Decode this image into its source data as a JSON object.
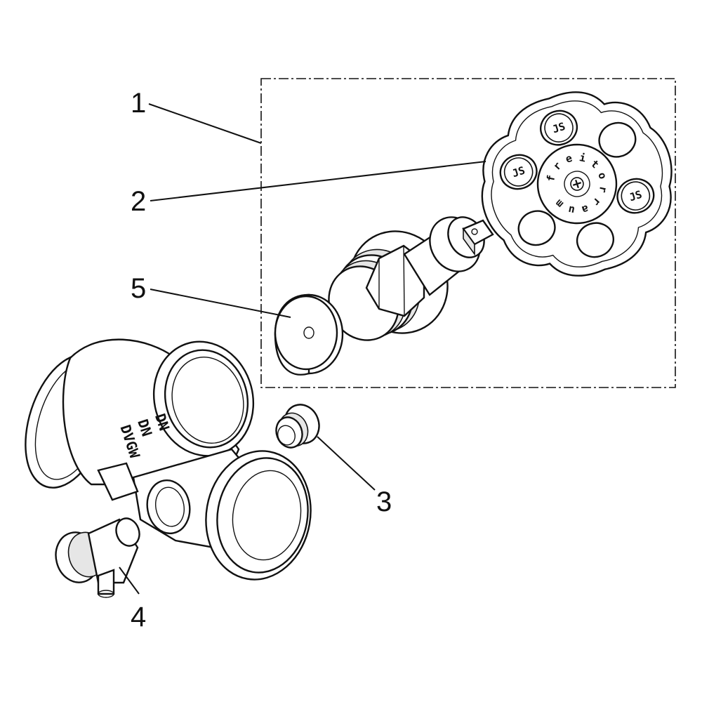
{
  "callouts": [
    {
      "id": "1",
      "label": "1"
    },
    {
      "id": "2",
      "label": "2"
    },
    {
      "id": "3",
      "label": "3"
    },
    {
      "id": "4",
      "label": "4"
    },
    {
      "id": "5",
      "label": "5"
    }
  ],
  "handwheel": {
    "ring_letters": [
      "f",
      "r",
      "e",
      "i",
      "t",
      "o",
      "r",
      "r",
      "a",
      "u",
      "m"
    ],
    "logo": "JS"
  },
  "valve_body": {
    "casting_lines": [
      "DN",
      "DN",
      "DVGW"
    ]
  },
  "colors": {
    "line": "#111111",
    "fill": "#ffffff",
    "shade": "#e6e6e6"
  }
}
